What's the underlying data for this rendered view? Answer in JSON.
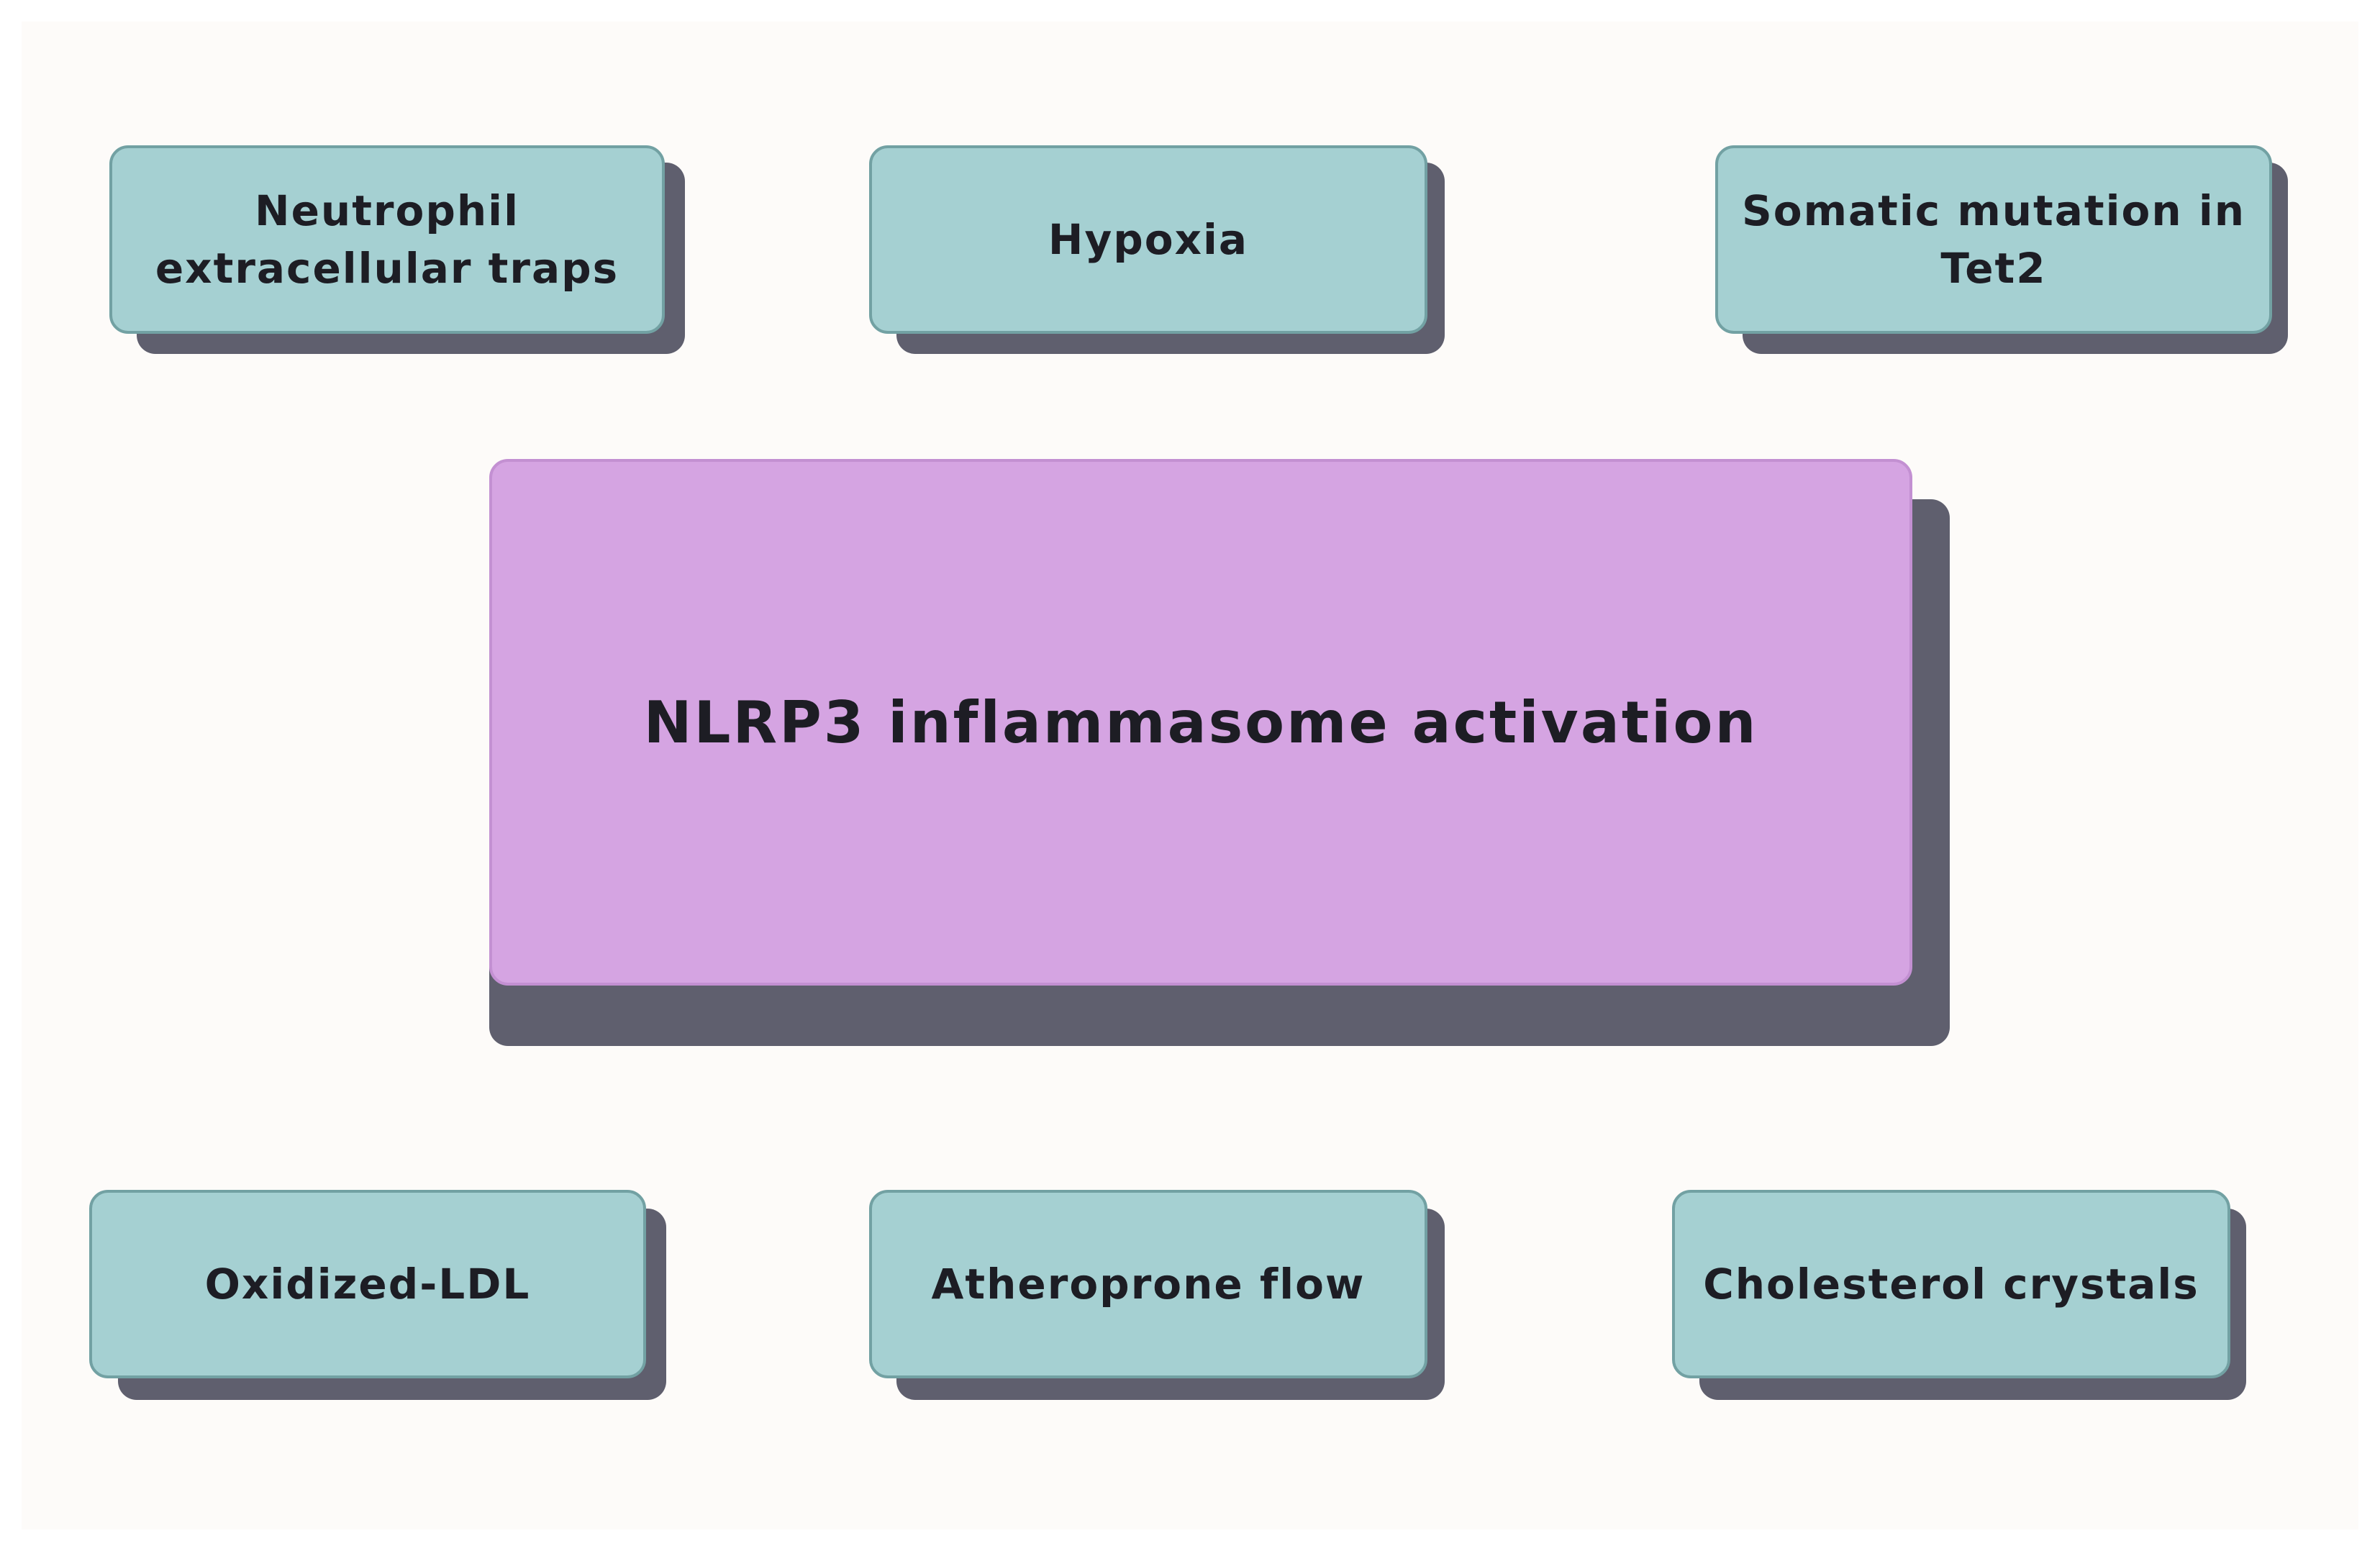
{
  "diagram": {
    "center": {
      "label": "NLRP3 inflammasome activation",
      "fill": "#d5a4e2"
    },
    "factors": [
      {
        "id": "neutrophil",
        "label": "Neutrophil\nextracellular traps"
      },
      {
        "id": "hypoxia",
        "label": "Hypoxia"
      },
      {
        "id": "tet2",
        "label": "Somatic mutation in\nTet2"
      },
      {
        "id": "oxldl",
        "label": "Oxidized-LDL"
      },
      {
        "id": "atheroprone",
        "label": "Atheroprone flow"
      },
      {
        "id": "cholesterol",
        "label": "Cholesterol crystals"
      }
    ],
    "colors": {
      "factor_fill": "#a5d0d2",
      "shadow": "#5f5f6e",
      "background": "#fdfbf9",
      "text": "#1d1d24"
    }
  }
}
